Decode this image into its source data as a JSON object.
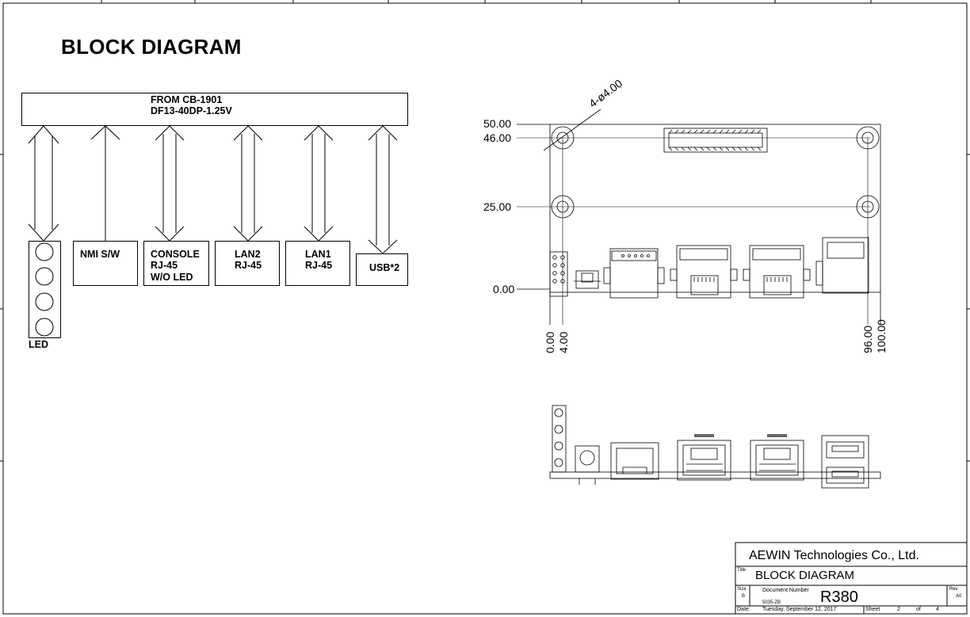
{
  "page_title": "BLOCK DIAGRAM",
  "source": {
    "line1": "FROM CB-1901",
    "line2": "DF13-40DP-1.25V"
  },
  "blocks": [
    {
      "id": "led",
      "lines": [
        "LED"
      ]
    },
    {
      "id": "nmi",
      "lines": [
        "NMI S/W"
      ]
    },
    {
      "id": "console",
      "lines": [
        "CONSOLE",
        "RJ-45",
        "W/O LED"
      ]
    },
    {
      "id": "lan2",
      "lines": [
        "LAN2",
        "RJ-45"
      ]
    },
    {
      "id": "lan1",
      "lines": [
        "LAN1",
        "RJ-45"
      ]
    },
    {
      "id": "usb",
      "lines": [
        "USB*2"
      ]
    }
  ],
  "drawing": {
    "hole_callout": "4-ø4.00",
    "y_dims": [
      "50.00",
      "46.00",
      "25.00",
      "0.00"
    ],
    "x_dims": [
      "0.00",
      "4.00",
      "96.00",
      "100.00"
    ]
  },
  "title_block": {
    "company": "AEWIN Technologies Co., Ltd.",
    "title_label": "Title",
    "title": "BLOCK DIAGRAM",
    "size_label": "Size",
    "size": "B",
    "docnum_label": "Document Number",
    "doc_number": "R380",
    "doc_sub": "5035-ZB",
    "rev_label": "Rev",
    "rev": "A0",
    "date_label": "Date:",
    "date": "Tuesday, September 12, 2017",
    "sheet_label": "Sheet",
    "sheet": "2",
    "of_label": "of",
    "total": "4"
  },
  "colors": {
    "ink": "#000000",
    "paper": "#ffffff"
  }
}
